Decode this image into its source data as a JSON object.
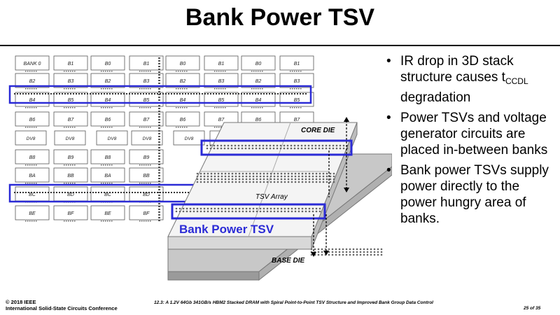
{
  "slide": {
    "title": "Bank Power TSV"
  },
  "figure": {
    "banks_left": [
      "BANK 0",
      "B1",
      "B2",
      "B3",
      "B4",
      "B5",
      "B6",
      "B7",
      "B8",
      "B9",
      "BA",
      "BB",
      "BC",
      "BD",
      "BE",
      "BF"
    ],
    "banks_mid": [
      "B0",
      "B1",
      "B2",
      "B3",
      "B4",
      "B5",
      "B6",
      "B7",
      "B8",
      "B9",
      "BA",
      "BB",
      "BC",
      "BD",
      "BE",
      "BF"
    ],
    "banks_right": [
      "B0",
      "B1",
      "B2",
      "B3",
      "B4",
      "B5",
      "B6",
      "B7"
    ],
    "dvs_labels": [
      "DV8",
      "DV8",
      "DV8",
      "DV8",
      "DV8",
      "DV8"
    ],
    "core_die_label": "CORE DIE",
    "tsv_array_label": "TSV Array",
    "bank_power_tsv_label": "Bank Power TSV",
    "base_die_label": "BASE DIE"
  },
  "bullets": {
    "b1_main": "IR drop in 3D stack structure causes t",
    "b1_sub": "CCDL",
    "b1_end": " degradation",
    "b2": "Power TSVs and voltage generator circuits are placed in-between banks",
    "b3": "Bank power TSVs supply power directly to the power hungry area of banks."
  },
  "footer": {
    "copyright": "© 2018 IEEE",
    "conference": "International Solid-State Circuits Conference",
    "paper": "12.3: A 1.2V 64Gb 341GB/s HBM2 Stacked DRAM with Spiral Point-to-Point TSV Structure and Improved Bank Group Data Control",
    "page": "25 of 35"
  },
  "colors": {
    "highlight": "#2b2bd6",
    "bank_fill": "#ffffff",
    "die_gray": "#c8c8c8",
    "die_side": "#9a9a9a"
  }
}
